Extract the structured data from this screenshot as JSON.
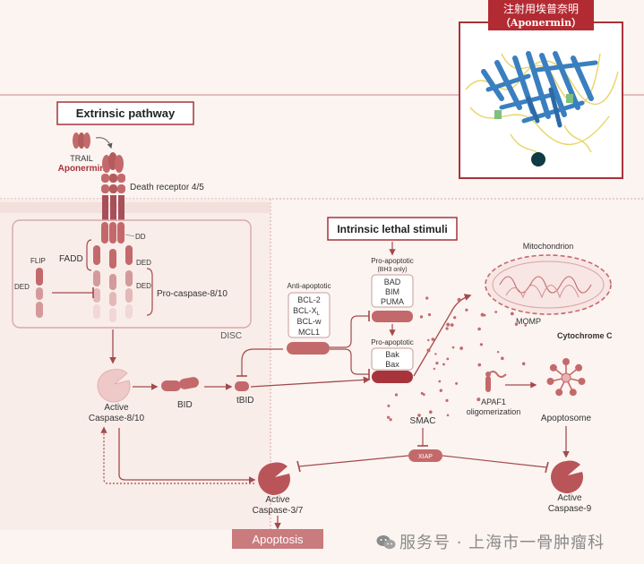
{
  "inset": {
    "title_cn": "注射用埃普奈明",
    "title_en": "（Aponermin）"
  },
  "extrinsic": {
    "title": "Extrinsic pathway",
    "trail": "TRAIL",
    "aponermin": "Aponermin",
    "death_receptor": "Death receptor 4/5",
    "dd": "DD",
    "fadd": "FADD",
    "ded": "DED",
    "flip": "FLIP",
    "ded_left": "DED",
    "ded_right": "DED",
    "procaspase": "Pro-caspase-8/10",
    "disc": "DISC",
    "active_caspase_line1": "Active",
    "active_caspase_line2": "Caspase-8/10",
    "bid": "BID",
    "tbid": "tBID"
  },
  "intrinsic": {
    "title": "Intrinsic lethal stimuli",
    "pro_apoptotic_bh3_line1": "Pro-apoptotic",
    "pro_apoptotic_bh3_line2": "(BH3 only)",
    "bh3": [
      "BAD",
      "BIM",
      "PUMA"
    ],
    "anti_apoptotic": "Anti-apoptotic",
    "anti": [
      "BCL-2",
      "BCL-X",
      "BCL-w",
      "MCL1"
    ],
    "anti_subscript": "L",
    "pro_apoptotic": "Pro-apoptotic",
    "effectors": [
      "Bak",
      "Bax"
    ],
    "mitochondrion": "Mitochondrion",
    "momp": "MOMP",
    "cytochrome": "Cytochrome C",
    "apaf1_line1": "APAF1",
    "apaf1_line2": "oligomerization",
    "apoptosome": "Apoptosome",
    "smac": "SMAC",
    "xiap": "XIAP",
    "active_casp9_line1": "Active",
    "active_casp9_line2": "Caspase-9",
    "active_casp37_line1": "Active",
    "active_casp37_line2": "Caspase-3/7",
    "apoptosis": "Apoptosis"
  },
  "watermark": "服务号 · 上海市一骨肿瘤科",
  "colors": {
    "brand": "#a8333a",
    "protein": "#c4696b",
    "protein_light": "#ebc4c3",
    "line": "#a44a4c",
    "text": "#3a3a3a",
    "box_border": "#a8333a",
    "inset_blue": "#3a7fbf",
    "inset_yellow": "#e8d567",
    "inset_green": "#7fbf7f",
    "inset_dark": "#0e3b44"
  }
}
